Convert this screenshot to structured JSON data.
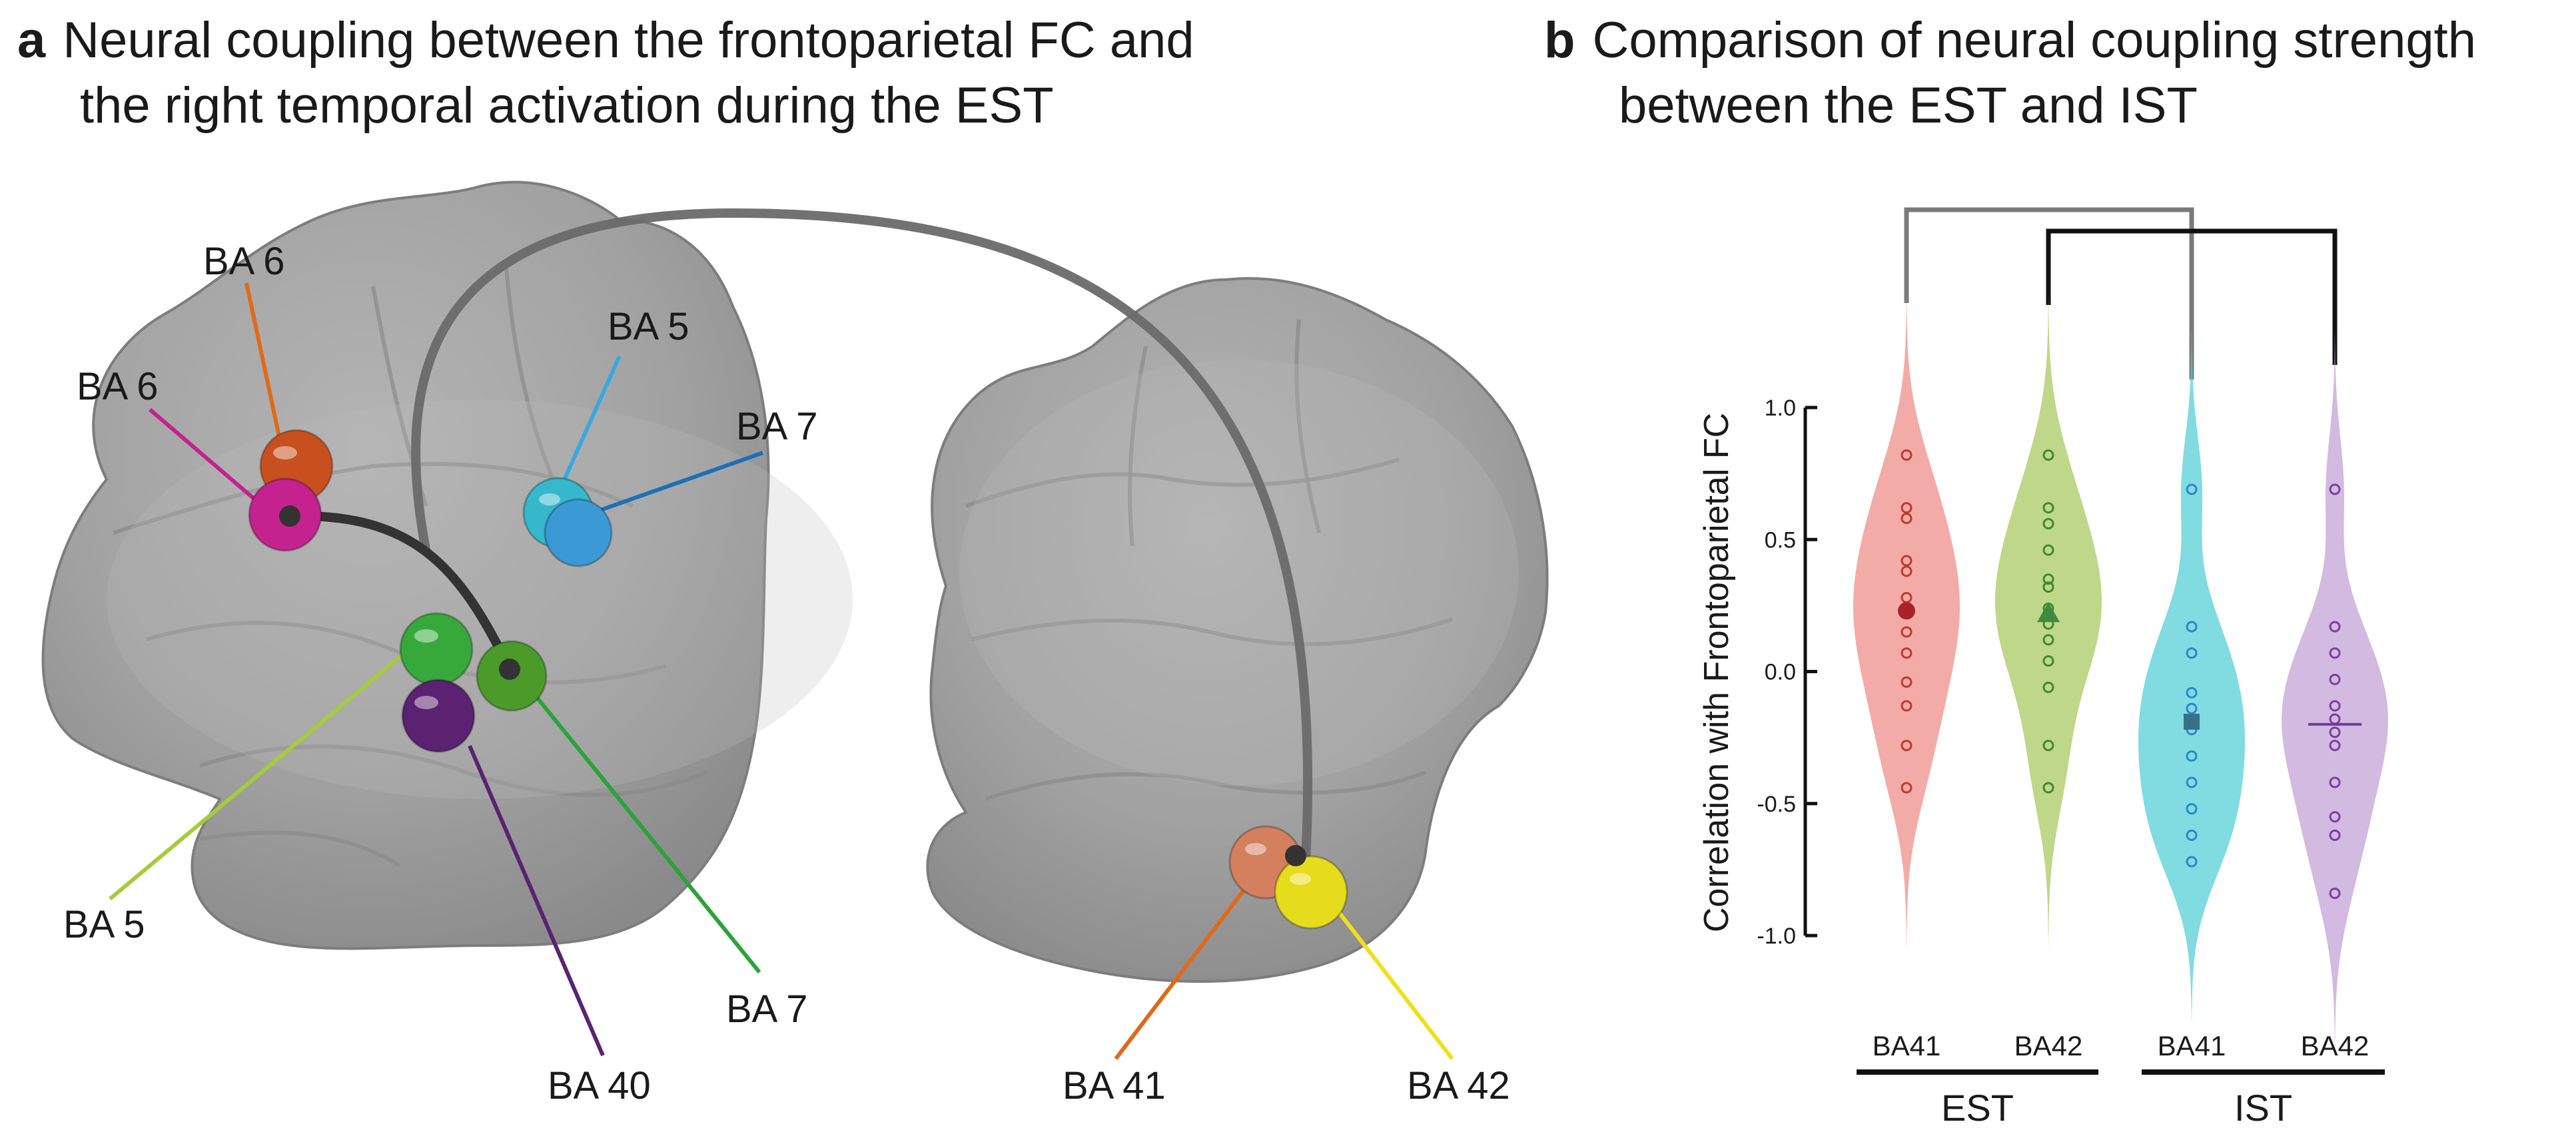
{
  "panel_a": {
    "letter": "a",
    "title_line1": "Neural coupling between the frontoparietal FC and",
    "title_line2": "the right temporal activation during the EST",
    "regions": [
      {
        "label": "BA 6",
        "color": "#c8501e"
      },
      {
        "label": "BA 6",
        "color": "#c4228f"
      },
      {
        "label": "BA 5",
        "color": "#35b8cc"
      },
      {
        "label": "BA 7",
        "color": "#2e86c8"
      },
      {
        "label": "BA 5",
        "color": "#36a93a"
      },
      {
        "label": "BA 7",
        "color": "#4b9a2a"
      },
      {
        "label": "BA 40",
        "color": "#5a2270"
      },
      {
        "label": "BA 41",
        "color": "#d4805e"
      },
      {
        "label": "BA 42",
        "color": "#e7dc1c"
      }
    ]
  },
  "panel_b": {
    "letter": "b",
    "title_line1": "Comparison of neural coupling strength",
    "title_line2": "between the EST and IST"
  },
  "chart_data": {
    "type": "violin",
    "ylabel": "Correlation with Frontoparietal FC",
    "ylim": [
      -1.0,
      1.0
    ],
    "yticks": [
      "1.0",
      "0.5",
      "0.0",
      "-0.5",
      "-1.0"
    ],
    "ytick_values": [
      1.0,
      0.5,
      0.0,
      -0.5,
      -1.0
    ],
    "categories": [
      "BA41",
      "BA42",
      "BA41",
      "BA42"
    ],
    "groups": [
      {
        "label": "EST",
        "categories": [
          0,
          1
        ]
      },
      {
        "label": "IST",
        "categories": [
          2,
          3
        ]
      }
    ],
    "significance_brackets": [
      {
        "from": 0,
        "to": 2,
        "color": "#7a7a7a"
      },
      {
        "from": 1,
        "to": 3,
        "color": "#111111"
      }
    ],
    "series": [
      {
        "group": "EST",
        "category": "BA41",
        "color": "#ef8a86",
        "point_color": "#c0392b",
        "mean_marker": "circle",
        "mean": 0.23,
        "values": [
          0.82,
          0.62,
          0.58,
          0.42,
          0.38,
          0.28,
          0.22,
          0.15,
          0.07,
          -0.04,
          -0.13,
          -0.28,
          -0.44
        ]
      },
      {
        "group": "EST",
        "category": "BA42",
        "color": "#a6c85c",
        "point_color": "#3f8a2e",
        "mean_marker": "triangle",
        "mean": 0.22,
        "values": [
          0.82,
          0.62,
          0.56,
          0.46,
          0.35,
          0.32,
          0.24,
          0.18,
          0.12,
          0.04,
          -0.06,
          -0.28,
          -0.44
        ]
      },
      {
        "group": "IST",
        "category": "BA41",
        "color": "#4fcfd6",
        "point_color": "#2e86c8",
        "mean_marker": "square",
        "mean": -0.19,
        "values": [
          0.69,
          0.17,
          0.07,
          -0.08,
          -0.14,
          -0.22,
          -0.32,
          -0.42,
          -0.52,
          -0.62,
          -0.72
        ]
      },
      {
        "group": "IST",
        "category": "BA42",
        "color": "#c2a0d6",
        "point_color": "#7b3fa0",
        "mean_marker": "dash",
        "mean": -0.2,
        "values": [
          0.69,
          0.17,
          0.07,
          -0.03,
          -0.13,
          -0.18,
          -0.23,
          -0.28,
          -0.42,
          -0.55,
          -0.62,
          -0.84
        ]
      }
    ]
  }
}
